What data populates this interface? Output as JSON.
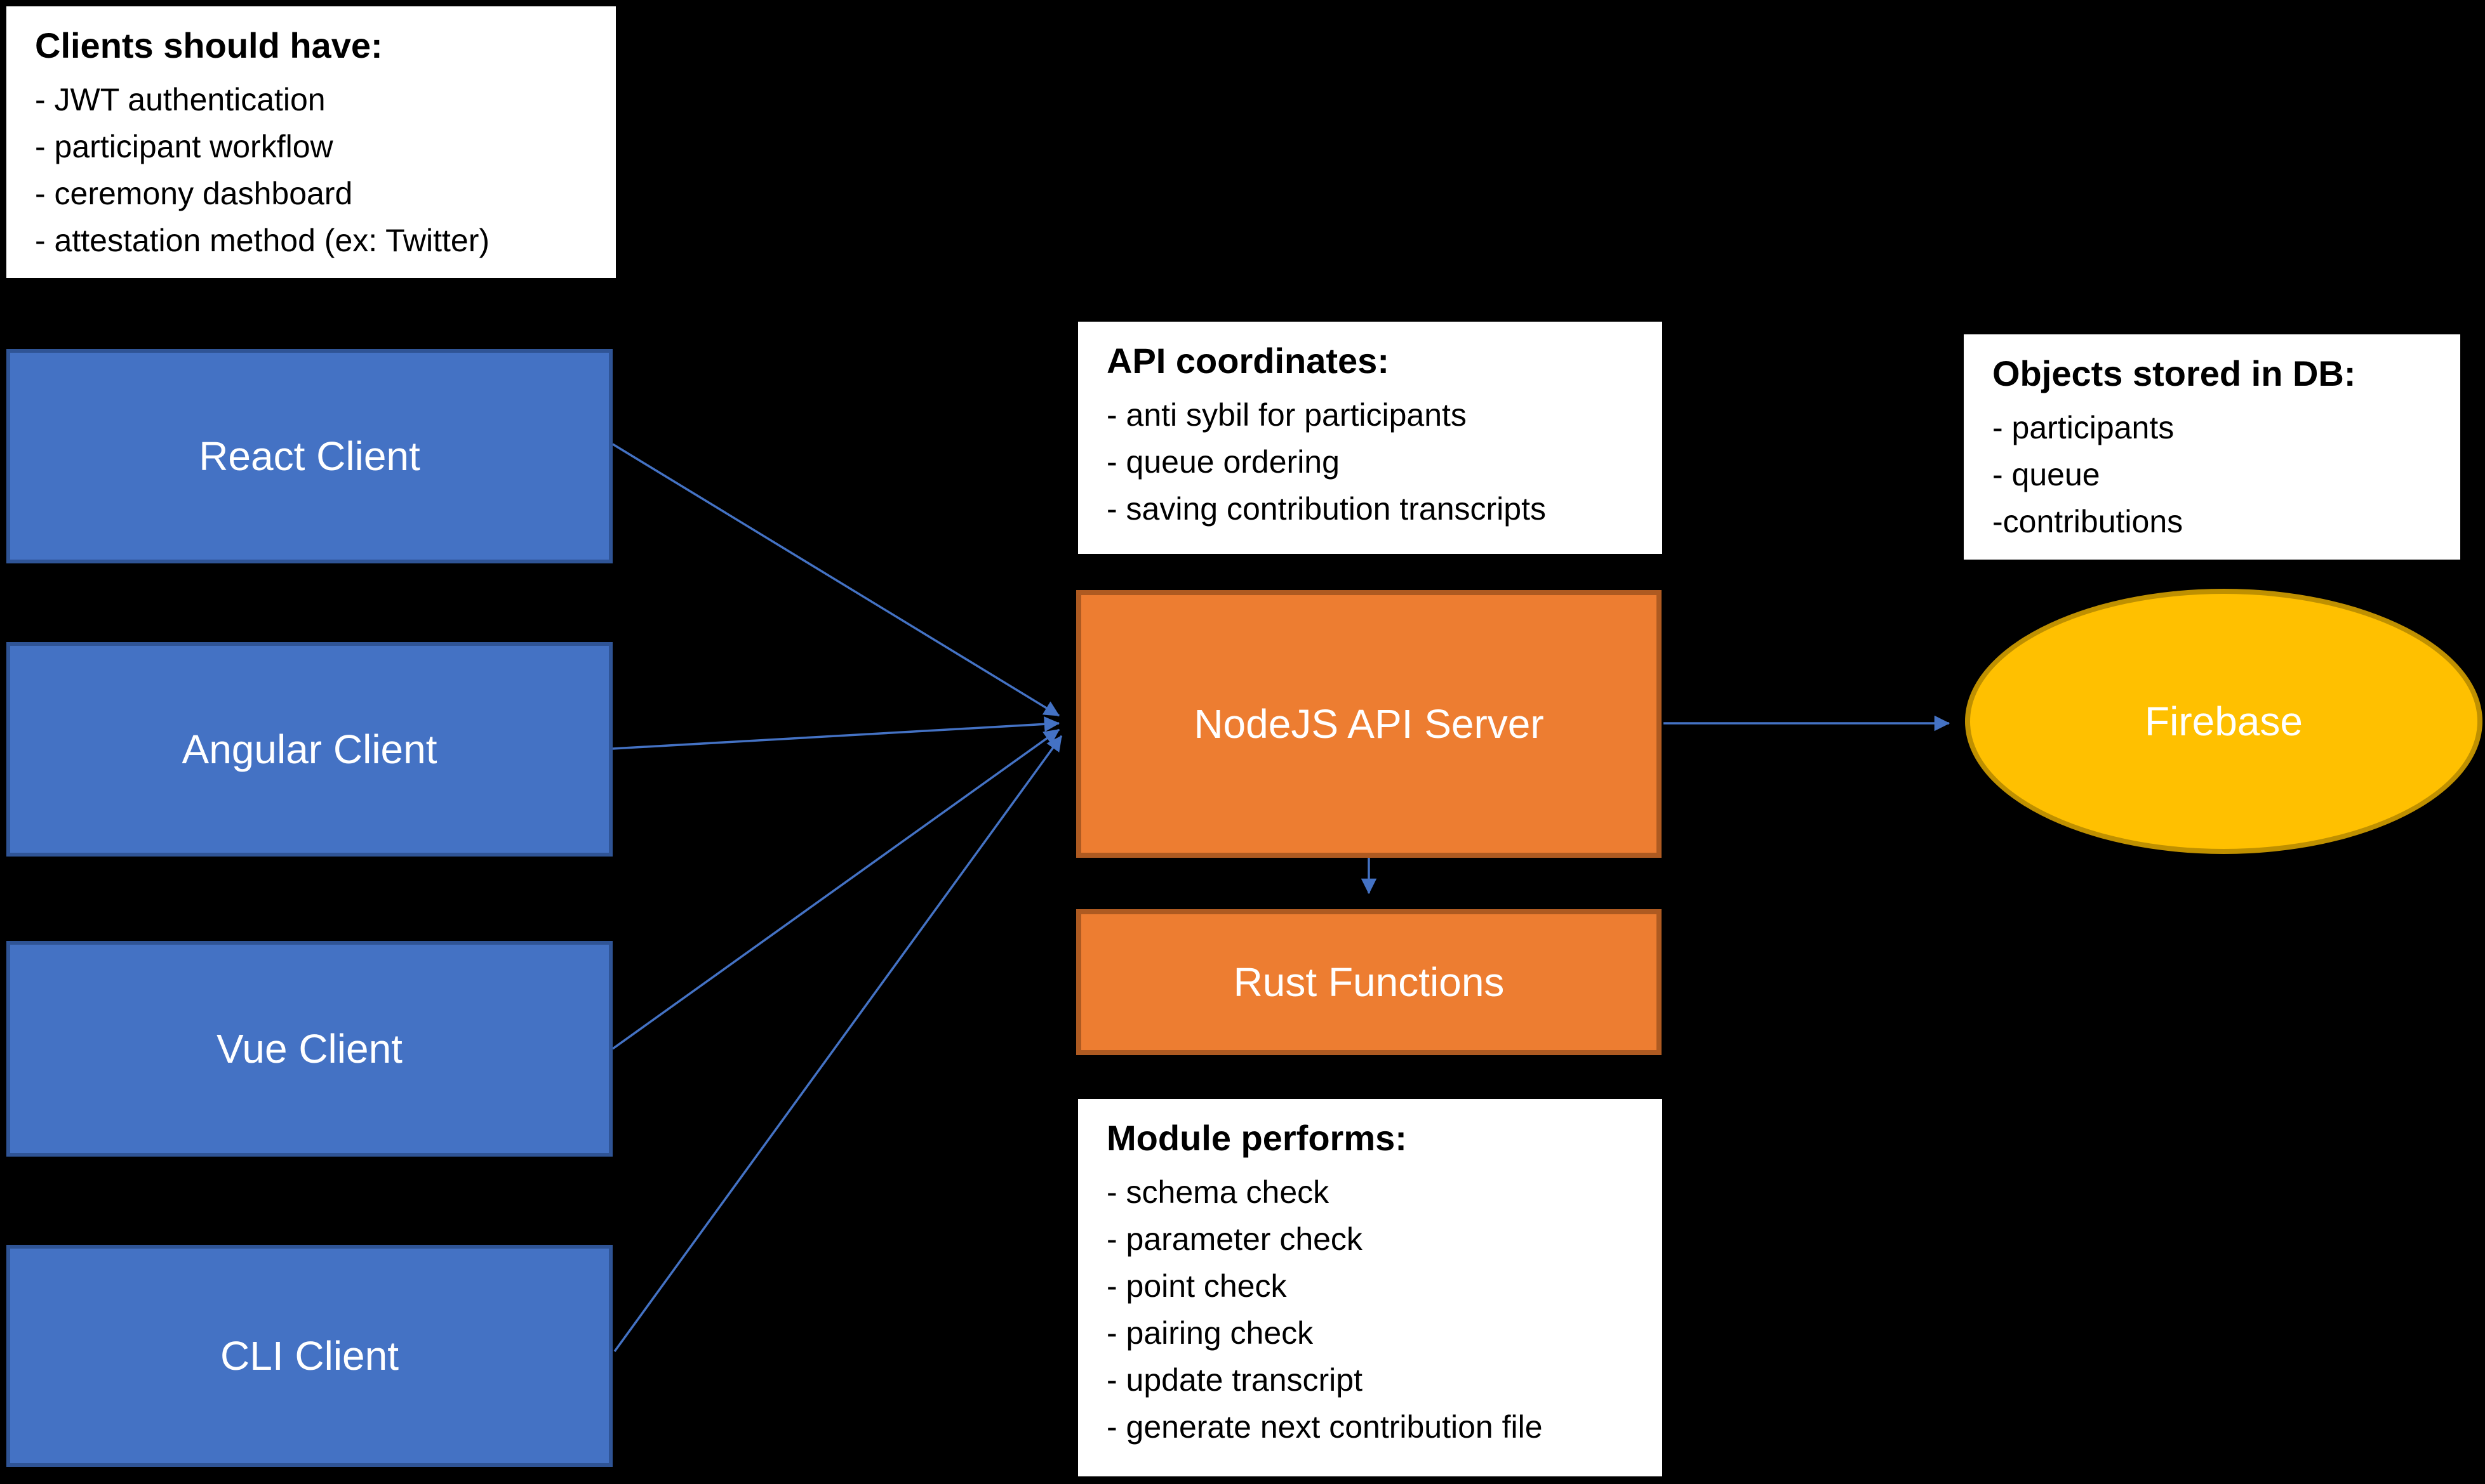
{
  "colors": {
    "canvas_bg": "#000000",
    "client_fill": "#4472C4",
    "client_border": "#2F5496",
    "server_fill": "#ED7D31",
    "server_border": "#AE5A21",
    "db_fill": "#FFC000",
    "db_border": "#BF9000",
    "arrow": "#4472C4",
    "note_bg": "#FFFFFF",
    "note_text": "#000000"
  },
  "notes": {
    "clients": {
      "title": "Clients should have:",
      "items": [
        "- JWT authentication",
        "- participant workflow",
        "- ceremony dashboard",
        "- attestation method (ex: Twitter)"
      ]
    },
    "api": {
      "title": "API coordinates:",
      "items": [
        "- anti sybil for participants",
        "- queue ordering",
        "- saving contribution transcripts"
      ]
    },
    "module": {
      "title": "Module performs:",
      "items": [
        "- schema check",
        "- parameter check",
        "- point check",
        "- pairing check",
        "- update transcript",
        "- generate next contribution file"
      ]
    },
    "db": {
      "title": "Objects stored in DB:",
      "items": [
        "- participants",
        "- queue",
        "-contributions"
      ]
    }
  },
  "nodes": {
    "react": {
      "label": "React Client"
    },
    "angular": {
      "label": "Angular Client"
    },
    "vue": {
      "label": "Vue Client"
    },
    "cli": {
      "label": "CLI Client"
    },
    "nodejs": {
      "label": "NodeJS API Server"
    },
    "rust": {
      "label": "Rust Functions"
    },
    "firebase": {
      "label": "Firebase"
    }
  }
}
